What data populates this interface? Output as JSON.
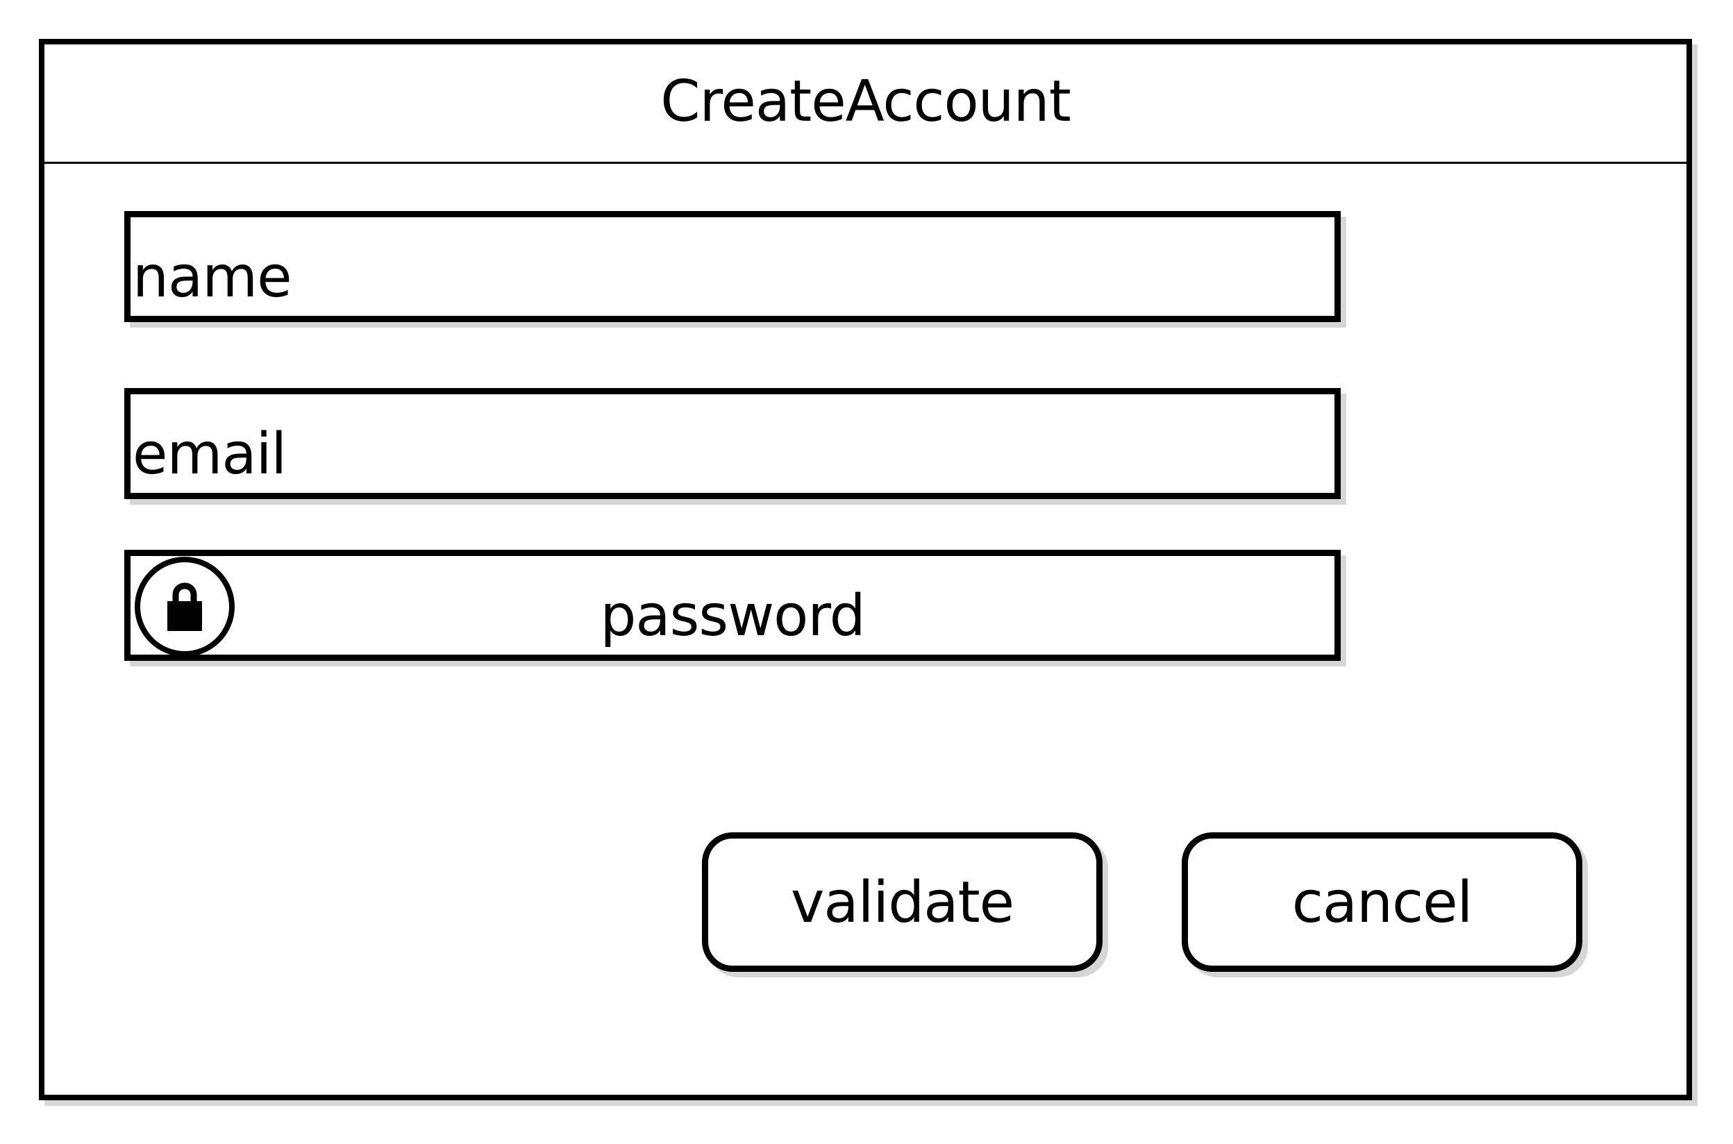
{
  "window": {
    "title": "CreateAccount"
  },
  "form": {
    "name_label": "name",
    "email_label": "email",
    "password_label": "password",
    "password_icon": "lock-icon"
  },
  "actions": {
    "validate_label": "validate",
    "cancel_label": "cancel"
  },
  "colors": {
    "stroke": "#000000",
    "background": "#ffffff",
    "shadow": "#d6d6d6"
  }
}
